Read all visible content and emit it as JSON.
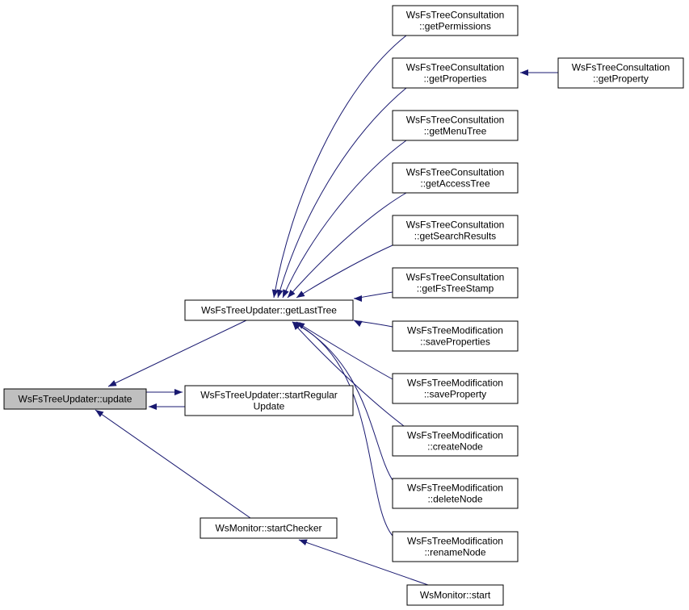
{
  "colors": {
    "edge": "#191970",
    "node_border": "#000000",
    "node_fill": "#ffffff",
    "focus_fill": "#bfbfbf"
  },
  "nodes": {
    "update": {
      "lines": [
        "WsFsTreeUpdater::update"
      ]
    },
    "getLastTree": {
      "lines": [
        "WsFsTreeUpdater::getLastTree"
      ]
    },
    "startRegular": {
      "lines": [
        "WsFsTreeUpdater::startRegular",
        "Update"
      ]
    },
    "startChecker": {
      "lines": [
        "WsMonitor::startChecker"
      ]
    },
    "start": {
      "lines": [
        "WsMonitor::start"
      ]
    },
    "getPermissions": {
      "lines": [
        "WsFsTreeConsultation",
        "::getPermissions"
      ]
    },
    "getProperties": {
      "lines": [
        "WsFsTreeConsultation",
        "::getProperties"
      ]
    },
    "getProperty": {
      "lines": [
        "WsFsTreeConsultation",
        "::getProperty"
      ]
    },
    "getMenuTree": {
      "lines": [
        "WsFsTreeConsultation",
        "::getMenuTree"
      ]
    },
    "getAccessTree": {
      "lines": [
        "WsFsTreeConsultation",
        "::getAccessTree"
      ]
    },
    "getSearchResults": {
      "lines": [
        "WsFsTreeConsultation",
        "::getSearchResults"
      ]
    },
    "getFsTreeStamp": {
      "lines": [
        "WsFsTreeConsultation",
        "::getFsTreeStamp"
      ]
    },
    "saveProperties": {
      "lines": [
        "WsFsTreeModification",
        "::saveProperties"
      ]
    },
    "saveProperty": {
      "lines": [
        "WsFsTreeModification",
        "::saveProperty"
      ]
    },
    "createNode": {
      "lines": [
        "WsFsTreeModification",
        "::createNode"
      ]
    },
    "deleteNode": {
      "lines": [
        "WsFsTreeModification",
        "::deleteNode"
      ]
    },
    "renameNode": {
      "lines": [
        "WsFsTreeModification",
        "::renameNode"
      ]
    }
  },
  "edges": [
    [
      "getLastTree",
      "update"
    ],
    [
      "startRegular",
      "update"
    ],
    [
      "update",
      "startRegular"
    ],
    [
      "startChecker",
      "update"
    ],
    [
      "start",
      "startChecker"
    ],
    [
      "getPermissions",
      "getLastTree"
    ],
    [
      "getProperties",
      "getLastTree"
    ],
    [
      "getMenuTree",
      "getLastTree"
    ],
    [
      "getAccessTree",
      "getLastTree"
    ],
    [
      "getSearchResults",
      "getLastTree"
    ],
    [
      "getFsTreeStamp",
      "getLastTree"
    ],
    [
      "saveProperties",
      "getLastTree"
    ],
    [
      "saveProperty",
      "getLastTree"
    ],
    [
      "createNode",
      "getLastTree"
    ],
    [
      "deleteNode",
      "getLastTree"
    ],
    [
      "renameNode",
      "getLastTree"
    ],
    [
      "getProperty",
      "getProperties"
    ]
  ]
}
